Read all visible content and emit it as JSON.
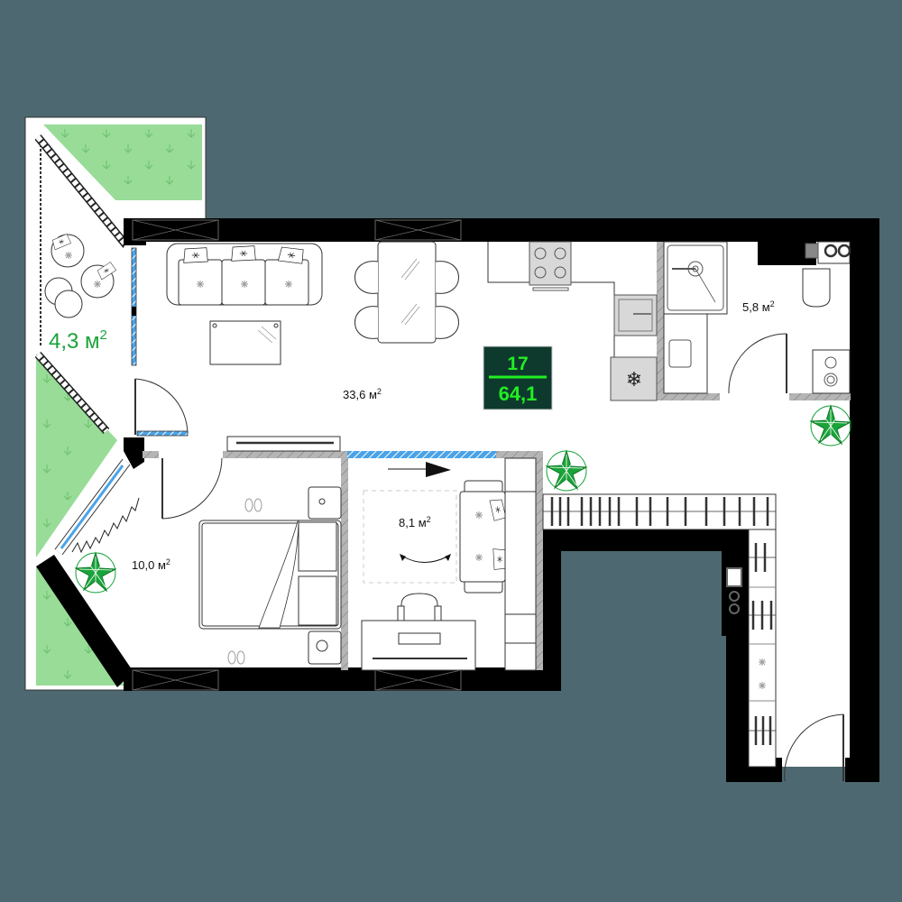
{
  "apartment": {
    "number": "17",
    "total_area": "64,1",
    "badge_bg": "#0e3a2e",
    "badge_text_color": "#22ee22"
  },
  "rooms": [
    {
      "id": "balcony",
      "area": "4,3",
      "unit": "м",
      "sup": "2"
    },
    {
      "id": "living-kitchen",
      "area": "33,6",
      "unit": "м",
      "sup": "2"
    },
    {
      "id": "bathroom",
      "area": "5,8",
      "unit": "м",
      "sup": "2"
    },
    {
      "id": "study",
      "area": "8,1",
      "unit": "м",
      "sup": "2"
    },
    {
      "id": "bedroom",
      "area": "10,0",
      "unit": "м",
      "sup": "2"
    }
  ],
  "colors": {
    "background": "#4d6870",
    "wall": "#000000",
    "floor": "#ffffff",
    "lawn": "#98dc98",
    "glass": "#4aa3e8",
    "plant": "#1aa43a",
    "partition": "#aaaaaa"
  }
}
